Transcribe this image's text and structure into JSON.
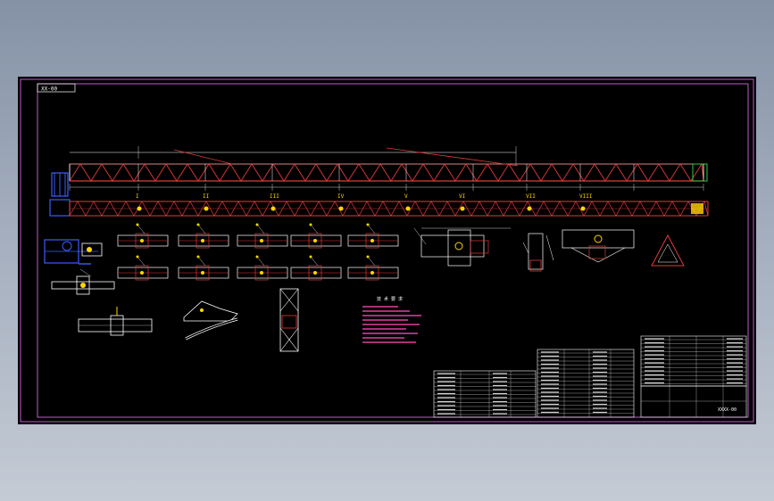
{
  "drawing": {
    "title_tag": "XX-00",
    "section_marks": [
      "I",
      "II",
      "III",
      "IV",
      "V",
      "VI",
      "VII",
      "VIII"
    ],
    "notes_heading": "技 术 要 求",
    "title_block_mark": "XXXX-00",
    "colors": {
      "background": "#000000",
      "frame": "#c05ad0",
      "truss_top": "#ffffff",
      "truss_chord": "#e03a3a",
      "section": "#ff3030",
      "dimension": "#ffffff",
      "marker": "#ffd700",
      "end_blue": "#3a5cff",
      "end_green": "#2ecc40",
      "notes": "#e040a0",
      "title_block": "#ffffff"
    }
  }
}
